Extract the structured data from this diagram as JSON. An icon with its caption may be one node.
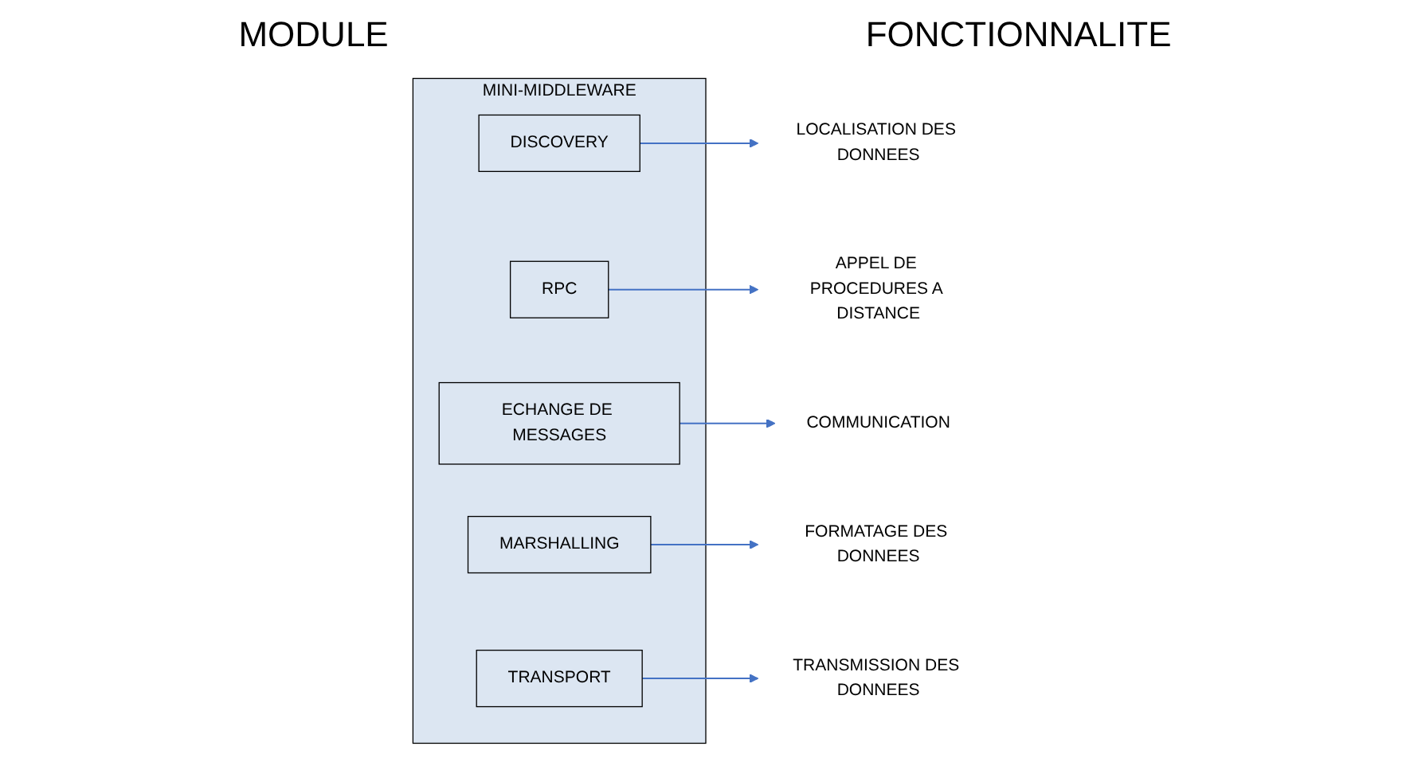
{
  "diagram": {
    "nodes": [
      {
        "text": [
          "MINI-MIDDLEWARE"
        ]
      },
      {
        "text": [
          "DISCOVERY"
        ],
        "in": 0
      },
      {
        "text": [
          "RPC"
        ],
        "in": 0
      },
      {
        "text": [
          "ECHANGE DE MESSAGES"
        ],
        "in": 0
      },
      {
        "text": [
          "MARSHALLING"
        ],
        "in": 0
      },
      {
        "text": [
          "TRANSPORT"
        ],
        "in": 0
      },
      {
        "text": [
          "LOCALISATION DES DONNEES"
        ]
      },
      {
        "text": [
          "APPEL DE PROCEDURES A DISTANCE"
        ]
      },
      {
        "text": [
          "COMMUNICATION"
        ]
      },
      {
        "text": [
          "FORMATAGE DES DONNEES"
        ]
      },
      {
        "text": [
          "TRANSMISSION DES DONNEES"
        ]
      }
    ],
    "edges": [
      {
        "from": 1,
        "to": 6,
        "arrow": "to"
      },
      {
        "from": 2,
        "to": 7,
        "arrow": "to"
      },
      {
        "from": 3,
        "to": 8,
        "arrow": "to"
      },
      {
        "from": 4,
        "to": 9,
        "arrow": "to"
      },
      {
        "from": 5,
        "to": 10,
        "arrow": "to"
      }
    ],
    "labels": [
      "MODULE",
      "FONCTIONNALITE"
    ]
  }
}
